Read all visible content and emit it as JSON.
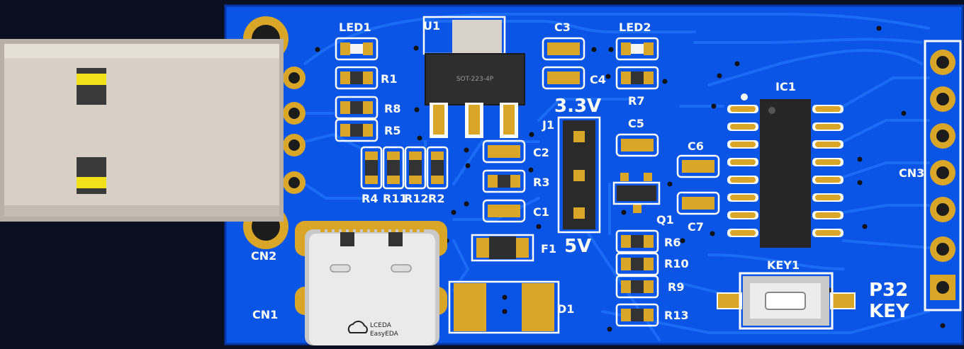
{
  "board": {
    "colors": {
      "pcb": "#0a55e6",
      "pcb_dark": "#0636a8",
      "trace": "#1a6cf5",
      "pad_gold": "#d9a628",
      "silk": "#ffffff",
      "chip": "#262626",
      "usb_plug": "#d8d0c6"
    },
    "labels": {
      "led1": "LED1",
      "led2": "LED2",
      "u1": "U1",
      "u1_pkg": "SOT-223-4P",
      "c3": "C3",
      "c4": "C4",
      "c2": "C2",
      "c1": "C1",
      "c5": "C5",
      "c6": "C6",
      "c7": "C7",
      "r1": "R1",
      "r8": "R8",
      "r5": "R5",
      "r7": "R7",
      "r3": "R3",
      "r4": "R4",
      "r11": "R11",
      "r12": "R12",
      "r2": "R2",
      "r6": "R6",
      "r10": "R10",
      "r9": "R9",
      "r13": "R13",
      "j1": "J1",
      "v33": "3.3V",
      "v5": "5V",
      "f1": "F1",
      "d1": "D1",
      "q1": "Q1",
      "ic1": "IC1",
      "cn1": "CN1",
      "cn2": "CN2",
      "cn3": "CN3",
      "key1": "KEY1",
      "p32": "P32",
      "key": "KEY",
      "brand1": "LCEDA",
      "brand2": "EasyEDA"
    },
    "icons": {
      "logo": "cloud-logo-icon"
    }
  }
}
